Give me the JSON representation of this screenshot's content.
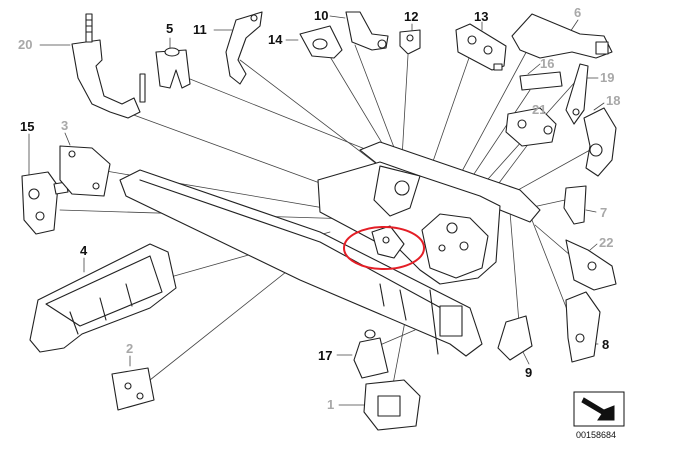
{
  "diagram": {
    "catalog_id": "00158684",
    "colors": {
      "active_label": "#111111",
      "inactive_label": "#a8a8a8",
      "highlight_circle": "#e41e26",
      "line": "#222222",
      "leader": "#444444"
    },
    "highlight": {
      "label": "red circle around part on wheel house"
    },
    "callouts": [
      {
        "id": "c20",
        "text": "20",
        "active": false
      },
      {
        "id": "c5",
        "text": "5",
        "active": true
      },
      {
        "id": "c11",
        "text": "11",
        "active": true
      },
      {
        "id": "c10",
        "text": "10",
        "active": true
      },
      {
        "id": "c12",
        "text": "12",
        "active": true
      },
      {
        "id": "c13",
        "text": "13",
        "active": true
      },
      {
        "id": "c6",
        "text": "6",
        "active": false
      },
      {
        "id": "c14",
        "text": "14",
        "active": true
      },
      {
        "id": "c16",
        "text": "16",
        "active": false
      },
      {
        "id": "c19",
        "text": "19",
        "active": false
      },
      {
        "id": "c21",
        "text": "21",
        "active": false
      },
      {
        "id": "c18",
        "text": "18",
        "active": false
      },
      {
        "id": "c15",
        "text": "15",
        "active": true
      },
      {
        "id": "c3",
        "text": "3",
        "active": false
      },
      {
        "id": "c7",
        "text": "7",
        "active": false
      },
      {
        "id": "c22",
        "text": "22",
        "active": false
      },
      {
        "id": "c4",
        "text": "4",
        "active": true
      },
      {
        "id": "c2",
        "text": "2",
        "active": false
      },
      {
        "id": "c17",
        "text": "17",
        "active": true
      },
      {
        "id": "c8",
        "text": "8",
        "active": true
      },
      {
        "id": "c9",
        "text": "9",
        "active": true
      },
      {
        "id": "c1",
        "text": "1",
        "active": false
      }
    ]
  }
}
